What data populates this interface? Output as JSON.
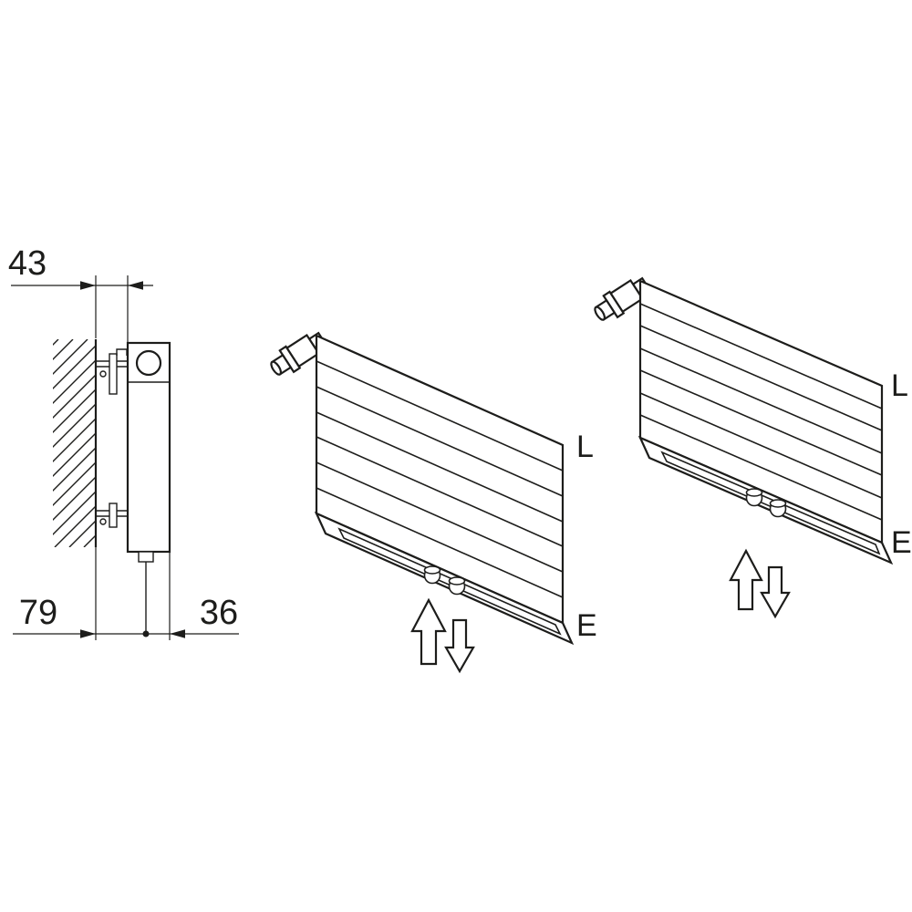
{
  "drawing": {
    "background": "#ffffff",
    "line_color": "#1d1d1b",
    "side_view": {
      "dim_top": "43",
      "dim_wall_to_pipe": "79",
      "dim_pipe_to_front": "36"
    },
    "radiator_mid": {
      "supply_label": "L",
      "return_label": "E"
    },
    "radiator_right": {
      "supply_label": "L",
      "return_label": "E"
    },
    "icons": {
      "flow_supply": "arrow-up-icon",
      "flow_return": "arrow-down-icon",
      "valve": "thermostat-valve-icon"
    }
  }
}
